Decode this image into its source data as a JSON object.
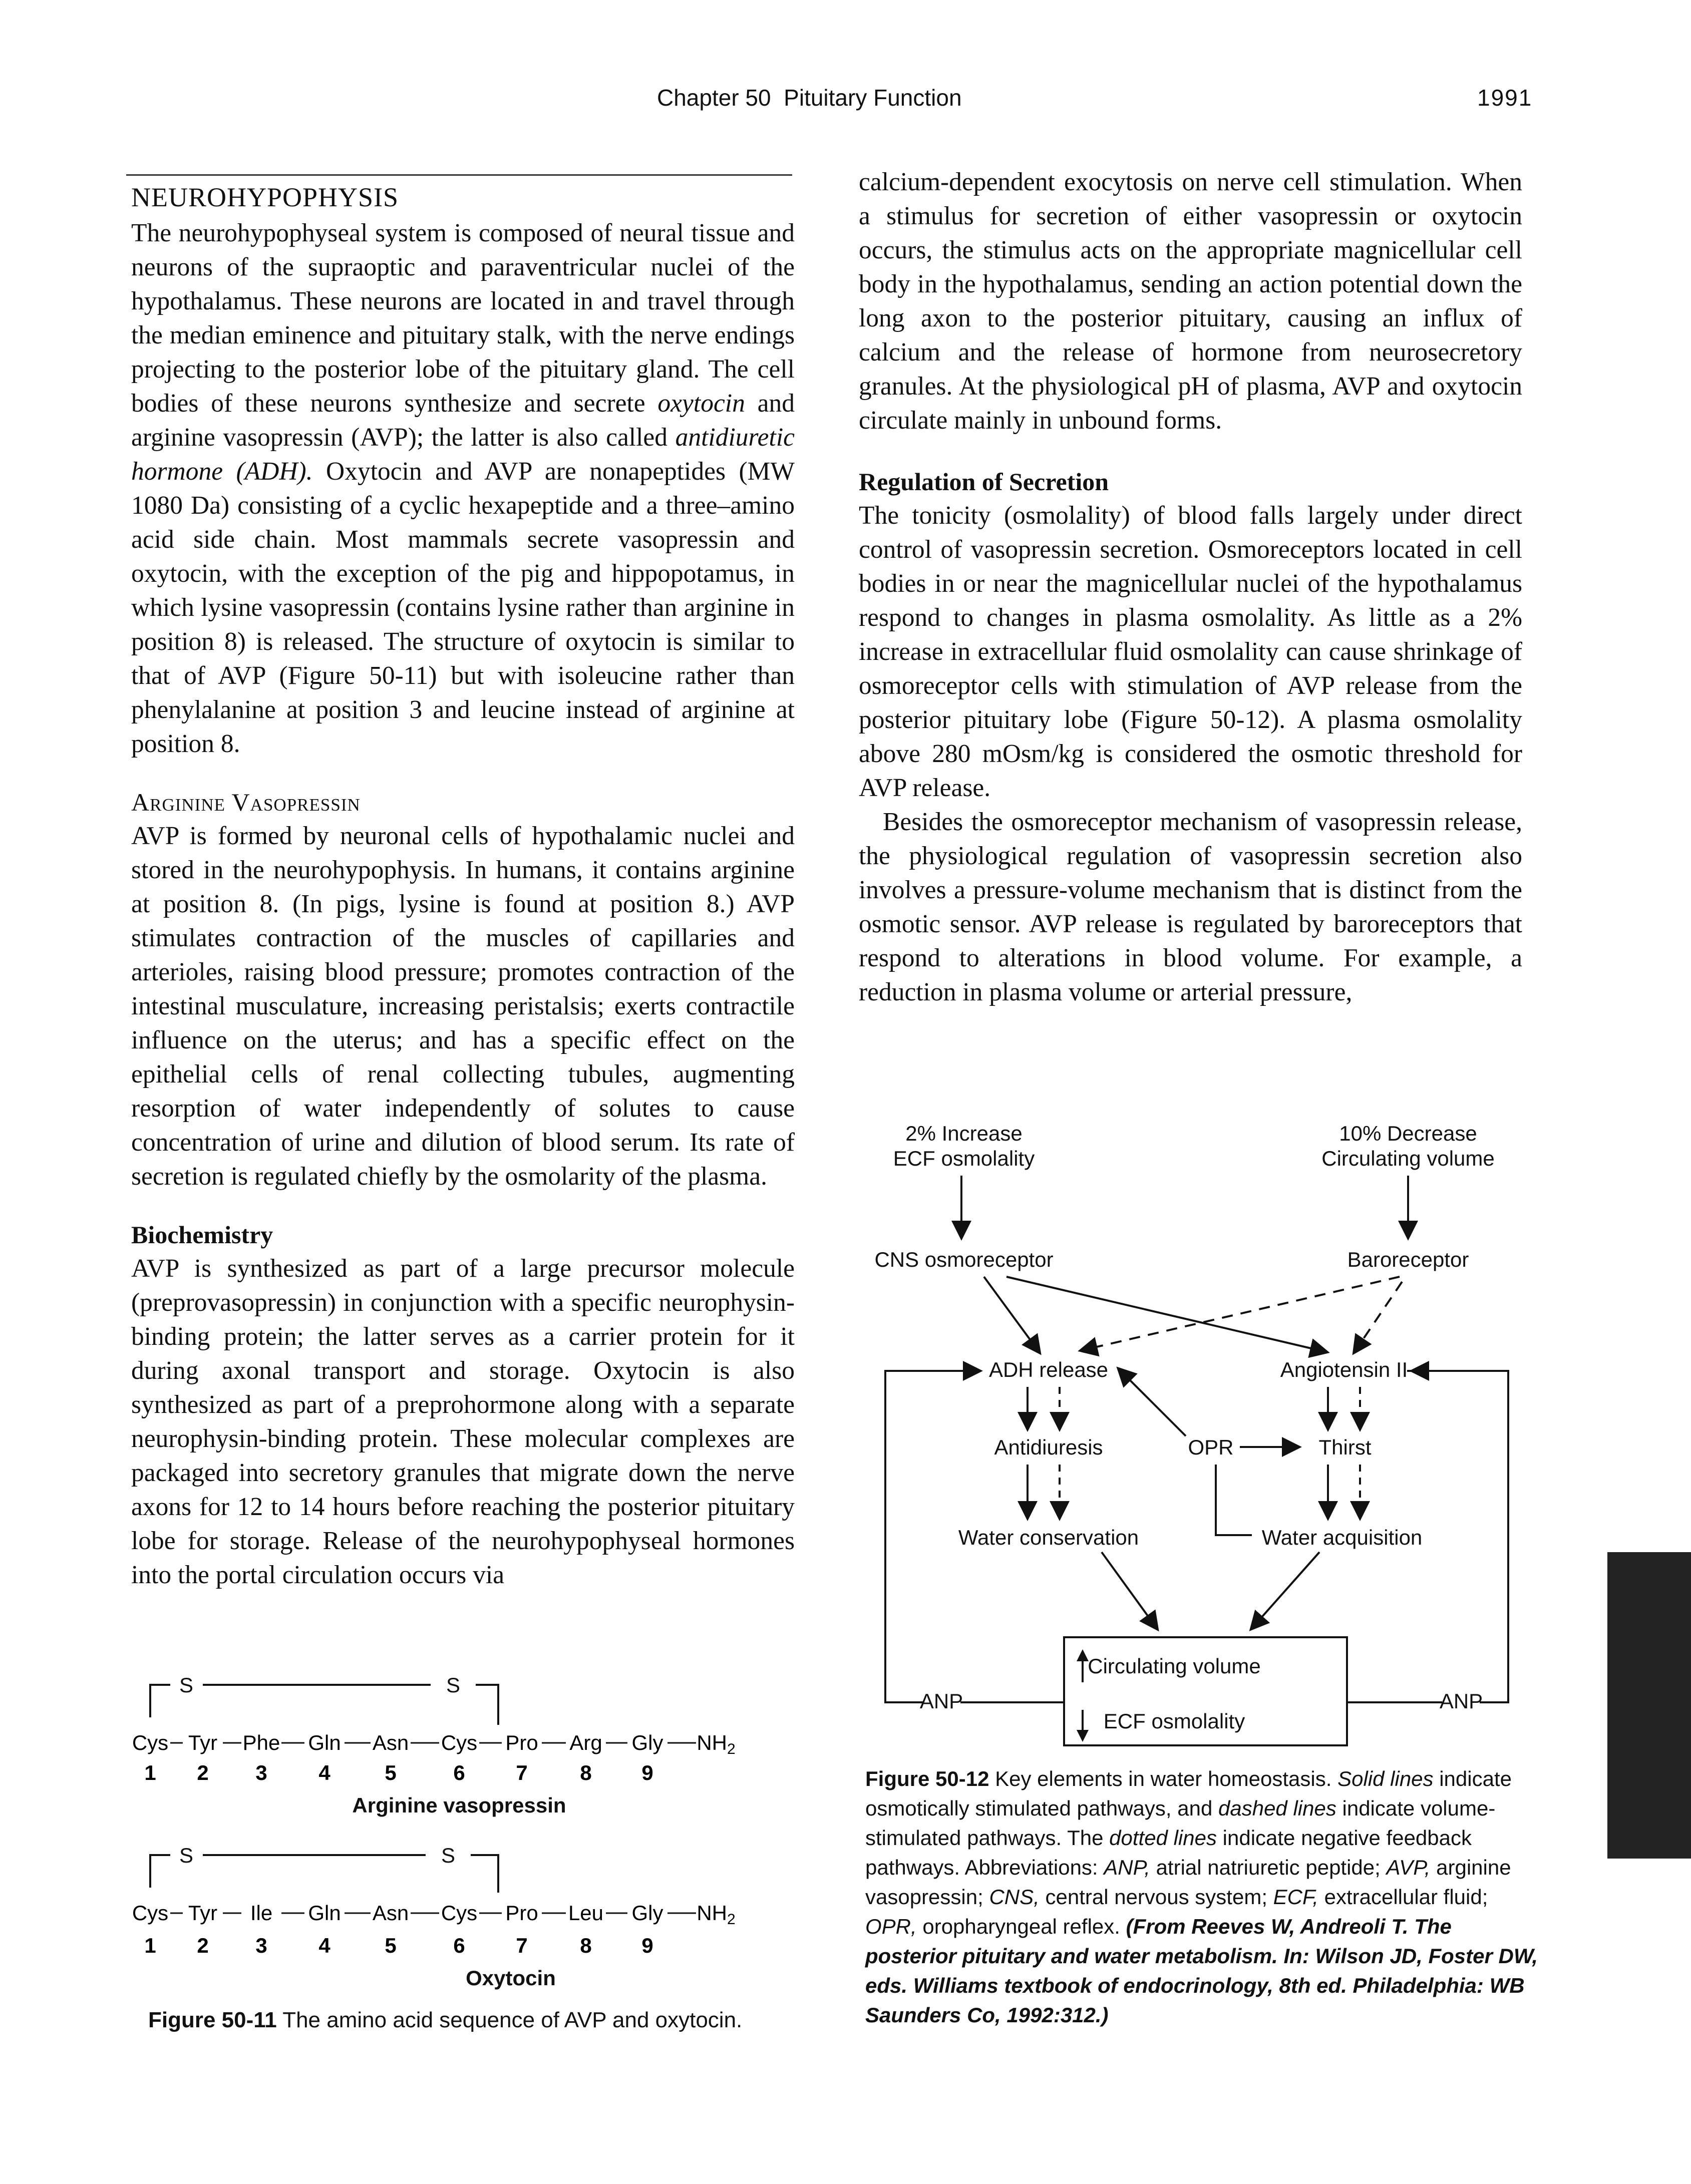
{
  "running_head": {
    "chapter": "Chapter 50",
    "title": "Pituitary Function",
    "page_number": "1991"
  },
  "neurohypophysis": {
    "heading": "NEUROHYPOPHYSIS",
    "p1_a": "The neurohypophyseal system is composed of neural tissue and neurons of the supraoptic and paraventricular nuclei of the hypothalamus. These neurons are located in and travel through the median eminence and pituitary stalk, with the nerve endings projecting to the posterior lobe of the pituitary gland. The cell bodies of these neurons synthesize and secrete ",
    "p1_em1": "oxytocin",
    "p1_b": " and arginine vasopressin (AVP); the latter is also called ",
    "p1_em2": "antidiuretic hormone (ADH).",
    "p1_c": " Oxytocin and AVP are nonapeptides (MW 1080 Da) consisting of a cyclic hexapeptide and a three–amino acid side chain. Most mammals secrete vasopressin and oxytocin, with the exception of the pig and hippopotamus, in which lysine vasopressin (contains lysine rather than arginine in position 8) is released. The structure of oxytocin is similar to that of AVP (Figure 50-11) but with isoleucine rather than phenylalanine at position 3 and leucine instead of arginine at position 8."
  },
  "arginine_vasopressin": {
    "heading": "Arginine Vasopressin",
    "p1": "AVP is formed by neuronal cells of hypothalamic nuclei and stored in the neurohypophysis. In humans, it contains arginine at position 8. (In pigs, lysine is found at position 8.) AVP stimulates contraction of the muscles of capillaries and arterioles, raising blood pressure; promotes contraction of the intestinal musculature, increasing peristalsis; exerts contractile influence on the uterus; and has a specific effect on the epithelial cells of renal collecting tubules, augmenting resorption of water independently of solutes to cause concentration of urine and dilution of blood serum. Its rate of secretion is regulated chiefly by the osmolarity of the plasma."
  },
  "biochemistry": {
    "heading": "Biochemistry",
    "p1": "AVP is synthesized as part of a large precursor molecule (preprovasopressin) in conjunction with a specific neurophysin-binding protein; the latter serves as a carrier protein for it during axonal transport and storage. Oxytocin is also synthesized as part of a preprohormone along with a separate neurophysin-binding protein. These molecular complexes are packaged into secretory granules that migrate down the nerve axons for 12 to 14 hours before reaching the posterior pituitary lobe for storage. Release of the neurohypophyseal hormones into the portal circulation occurs via"
  },
  "right_column": {
    "p_cont": "calcium-dependent exocytosis on nerve cell stimulation. When a stimulus for secretion of either vasopressin or oxytocin occurs, the stimulus acts on the appropriate magnicellular cell body in the hypothalamus, sending an action potential down the long axon to the posterior pituitary, causing an influx of calcium and the release of hormone from neurosecretory granules. At the physiological pH of plasma, AVP and oxytocin circulate mainly in unbound forms.",
    "reg_heading": "Regulation of Secretion",
    "reg_p1": "The tonicity (osmolality) of blood falls largely under direct control of vasopressin secretion. Osmoreceptors located in cell bodies in or near the magnicellular nuclei of the hypothalamus respond to changes in plasma osmolality. As little as a 2% increase in extracellular fluid osmolality can cause shrinkage of osmoreceptor cells with stimulation of AVP release from the posterior pituitary lobe (Figure 50-12). A plasma osmolality above 280 mOsm/kg is considered the osmotic threshold for AVP release.",
    "reg_p2": "Besides the osmoreceptor mechanism of vasopressin release, the physiological regulation of vasopressin secretion also involves a pressure-volume mechanism that is distinct from the osmotic sensor. AVP release is regulated by baroreceptors that respond to alterations in blood volume. For example, a reduction in plasma volume or arterial pressure,"
  },
  "figure_50_12": {
    "top_left_1": "2% Increase",
    "top_left_2": "ECF osmolality",
    "top_right_1": "10% Decrease",
    "top_right_2": "Circulating volume",
    "cns": "CNS osmoreceptor",
    "baro": "Baroreceptor",
    "adh": "ADH release",
    "angio": "Angiotensin II",
    "antidiuresis": "Antidiuresis",
    "opr": "OPR",
    "thirst": "Thirst",
    "water_cons": "Water conservation",
    "water_acq": "Water acquisition",
    "circ_vol": "Circulating volume",
    "ecf_osm": "ECF osmolality",
    "anp_left": "ANP",
    "anp_right": "ANP",
    "caption_label": "Figure 50-12",
    "caption_a": " Key elements in water homeostasis. ",
    "caption_em1": "Solid lines",
    "caption_b": " indicate osmotically stimulated pathways, and ",
    "caption_em2": "dashed lines",
    "caption_c": " indicate volume-stimulated pathways. The ",
    "caption_em3": "dotted lines",
    "caption_d": " indicate negative feedback pathways. Abbreviations: ",
    "caption_em4": "ANP,",
    "caption_e": " atrial natriuretic peptide; ",
    "caption_em5": "AVP,",
    "caption_f": " arginine vasopressin; ",
    "caption_em6": "CNS,",
    "caption_g": " central nervous system; ",
    "caption_em7": "ECF,",
    "caption_h": " extracellular fluid; ",
    "caption_em8": "OPR,",
    "caption_i": " oropharyngeal reflex. ",
    "caption_source": "(From Reeves W, Andreoli T. The posterior pituitary and water metabolism. In: Wilson JD, Foster DW, eds. Williams textbook of endocrinology, 8th ed. Philadelphia: WB Saunders Co, 1992:312.)"
  },
  "figure_50_11": {
    "avp": {
      "s_left": "S",
      "s_right": "S",
      "residues": [
        "Cys",
        "Tyr",
        "Phe",
        "Gln",
        "Asn",
        "Cys",
        "Pro",
        "Arg",
        "Gly",
        "NH2"
      ],
      "numbers": [
        "1",
        "2",
        "3",
        "4",
        "5",
        "6",
        "7",
        "8",
        "9"
      ],
      "name": "Arginine vasopressin"
    },
    "oxytocin": {
      "s_left": "S",
      "s_right": "S",
      "residues": [
        "Cys",
        "Tyr",
        "Ile",
        "Gln",
        "Asn",
        "Cys",
        "Pro",
        "Leu",
        "Gly",
        "NH2"
      ],
      "numbers": [
        "1",
        "2",
        "3",
        "4",
        "5",
        "6",
        "7",
        "8",
        "9"
      ],
      "name": "Oxytocin"
    },
    "caption_label": "Figure 50-11",
    "caption_text": " The amino acid sequence of AVP and oxytocin."
  }
}
